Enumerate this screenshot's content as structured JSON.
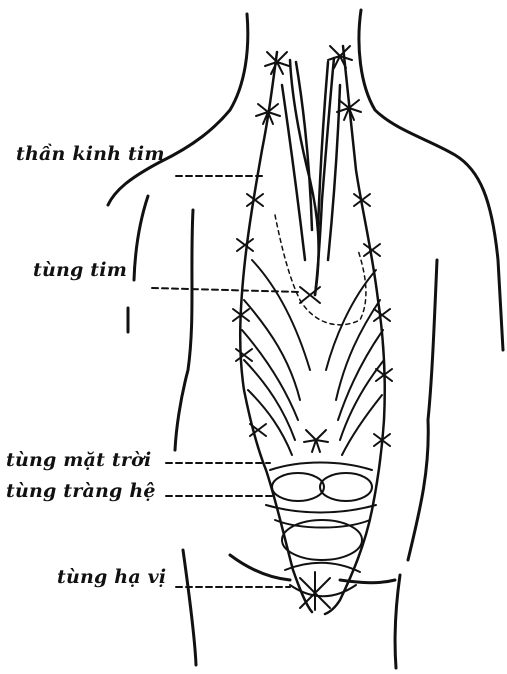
{
  "labels": [
    {
      "id": "than-kinh-tim",
      "text": "thần kinh tim"
    },
    {
      "id": "tung-tim",
      "text": "tùng tim"
    },
    {
      "id": "tung-mat-troi",
      "text": "tùng mặt trời"
    },
    {
      "id": "tung-trang-he",
      "text": "tùng tràng hệ"
    },
    {
      "id": "tung-ha-vi",
      "text": "tùng hạ vị"
    }
  ],
  "colors": {
    "ink": "#111111",
    "paper": "#ffffff"
  }
}
